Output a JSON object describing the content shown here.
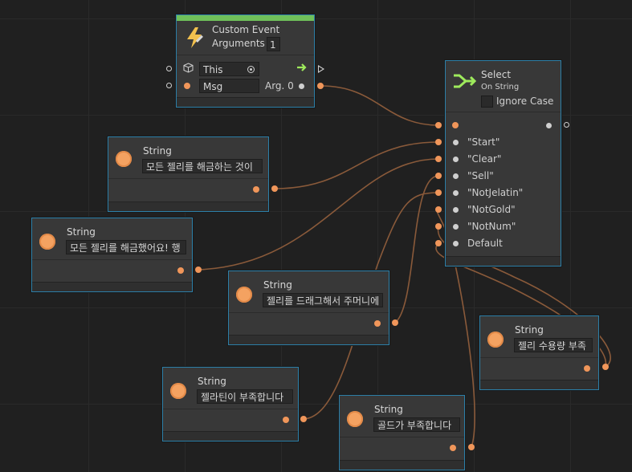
{
  "colors": {
    "wire": "#8a5a3a",
    "port": "#f0965a",
    "border": "#2c7fa8",
    "event_bar": "#6fc05a",
    "select_icon": "#9eea5c"
  },
  "custom_event": {
    "title": "Custom Event",
    "arguments_label": "Arguments",
    "arguments_value": "1",
    "target_value": "This",
    "name_value": "Msg",
    "arg_label": "Arg. 0",
    "icon": "lightning-icon"
  },
  "select": {
    "title": "Select",
    "subtitle": "On String",
    "ignore_case_label": "Ignore Case",
    "ignore_case_checked": false,
    "cases": [
      "\"Start\"",
      "\"Clear\"",
      "\"Sell\"",
      "\"NotJelatin\"",
      "\"NotGold\"",
      "\"NotNum\"",
      "Default"
    ]
  },
  "string_nodes": [
    {
      "title": "String",
      "value": "모든 젤리를 해금하는 것이"
    },
    {
      "title": "String",
      "value": "모든 젤리를 해금했어요! 행"
    },
    {
      "title": "String",
      "value": "젤리를 드래그해서 주머니에"
    },
    {
      "title": "String",
      "value": "젤라틴이 부족합니다"
    },
    {
      "title": "String",
      "value": "골드가 부족합니다"
    },
    {
      "title": "String",
      "value": "젤리 수용량 부족"
    }
  ]
}
